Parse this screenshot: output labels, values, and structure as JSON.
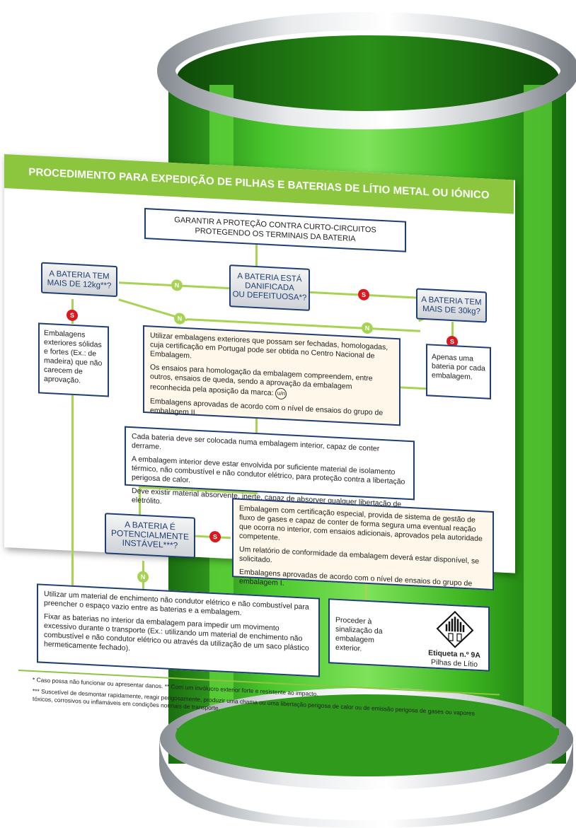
{
  "title": "PROCEDIMENTO PARA EXPEDIÇÃO DE PILHAS E BATERIAS DE LÍTIO METAL OU IÓNICO",
  "badges": {
    "sim": "S",
    "nao": "N"
  },
  "top_box": {
    "line1": "GARANTIR A PROTEÇÃO CONTRA CURTO-CIRCUITOS",
    "line2": "PROTEGENDO OS TERMINAIS DA BATERIA"
  },
  "decisions": {
    "mais12": {
      "line1": "A BATERIA TEM",
      "line2": "MAIS DE 12kg**?"
    },
    "danificada": {
      "line1": "A BATERIA ESTÁ",
      "line2": "DANIFICADA",
      "line3": "OU DEFEITUOSA*?"
    },
    "mais30": {
      "line1": "A BATERIA TEM",
      "line2": "MAIS DE 30kg?"
    },
    "instavel": {
      "line1": "A BATERIA É",
      "line2": "POTENCIALMENTE",
      "line3": "INSTÁVEL***?"
    }
  },
  "left_box": {
    "text": "Embalagens exteriores sólidas e fortes (Ex.: de madeira) que não carecem de aprovação."
  },
  "right_box": {
    "text": "Apenas uma bateria por cada embalagem."
  },
  "center_box": {
    "p1": "Utilizar embalagens exteriores que possam ser fechadas, homologadas, cuja certificação em Portugal pode ser obtida no Centro Nacional de Embalagem.",
    "p2": "Os ensaios para homologação da embalagem compreendem, entre outros, ensaios de queda, sendo a aprovação da embalagem reconhecida pela aposição da marca:",
    "p3": "Embalagens aprovadas de acordo com o nível de ensaios do grupo de embalagem II."
  },
  "inner_box": {
    "p1": "Cada bateria deve ser colocada numa embalagem interior, capaz de conter derrame.",
    "p2": "A embalagem interior deve estar envolvida por suficiente material de isolamento térmico, não combustível e não condutor elétrico, para proteção contra a libertação perigosa de calor.",
    "p3": "Deve existir material absorvente, inerte, capaz de absorver qualquer libertação de eletrólito."
  },
  "special_box": {
    "p1": "Embalagem com certificação especial, provida de sistema de gestão de fluxo de gases e capaz de conter de forma segura uma eventual reação que ocorra no interior, com ensaios adicionais, aprovados pela autoridade competente.",
    "p2": "Um relatório de conformidade da embalagem deverá estar disponível, se solicitado.",
    "p3": "Embalagens aprovadas de acordo com o nível de ensaios do grupo de embalagem I."
  },
  "fill_box": {
    "p1": "Utilizar um material de enchimento não condutor elétrico e não combustível para preencher o espaço vazio entre as baterias e a embalagem.",
    "p2": "Fixar as baterias no interior da embalagem para impedir um movimento excessivo durante o transporte (Ex.: utilizando um material de enchimento não combustível e não condutor elétrico ou através da utilização de um saco plástico hermeticamente fechado)."
  },
  "label_box": {
    "text": "Proceder à sinalização da embalagem exterior.",
    "label_title": "Etiqueta n.º 9A",
    "label_sub": "Pilhas de Lítio"
  },
  "footnotes": {
    "f1": "* Caso possa não funcionar ou apresentar danos. ** Com um invólucro exterior forte e resistente ao impacto.",
    "f2": "*** Suscetível de desmontar rapidamente, reagir perigosamente, produzir uma chama ou uma libertação perigosa de calor ou de emissão perigosa de gases ou vapores tóxicos, corrosivos ou inflamáveis em condições normais de transporte."
  },
  "colors": {
    "accent_green": "#8cc63f",
    "box_border": "#1f3f73",
    "yes_red": "#d9181f",
    "cream": "#fff8ea"
  }
}
